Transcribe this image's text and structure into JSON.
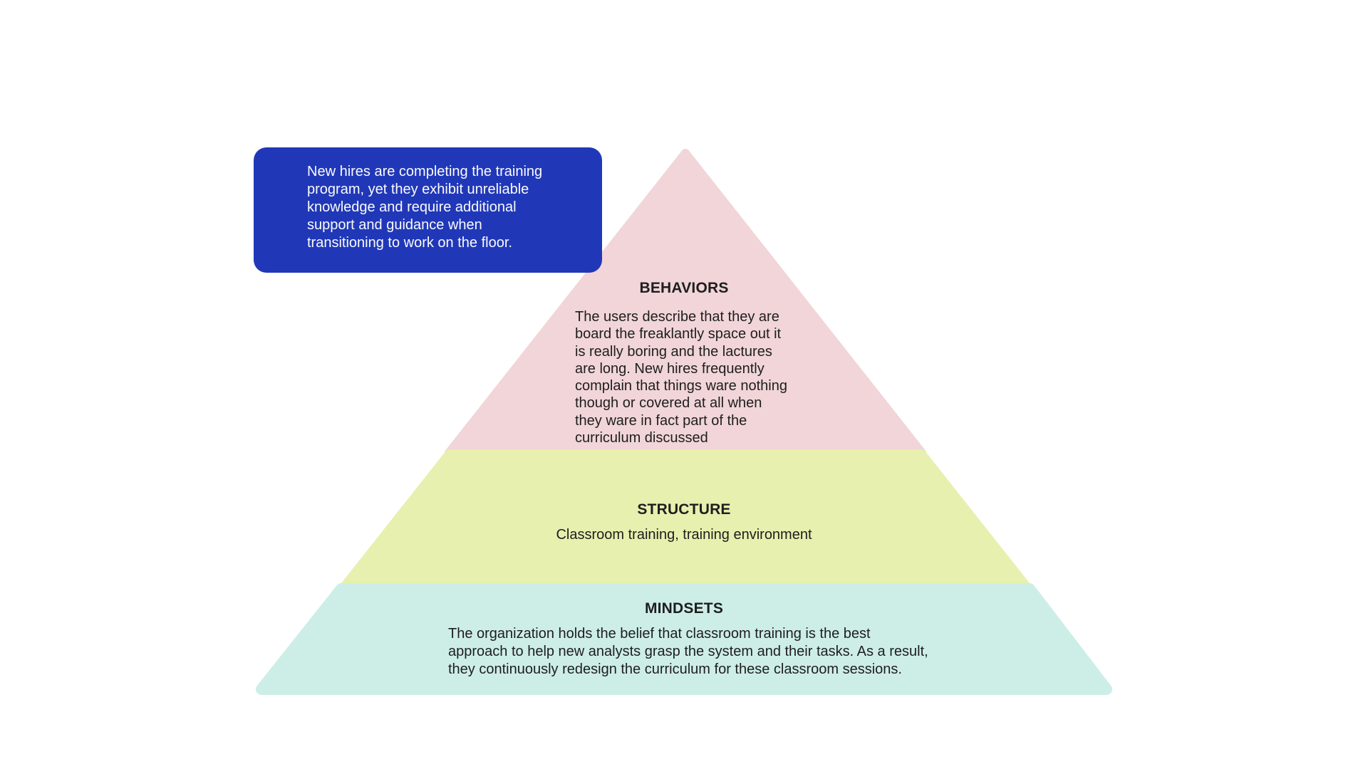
{
  "canvas": {
    "background_color": "#ffffff",
    "text_color": "#1e1e1e"
  },
  "sticky_note": {
    "background_color": "#2038b8",
    "text_color": "#fafafc",
    "text_lines": [
      "New hires are completing the training",
      "program, yet they exhibit unreliable",
      "knowledge and require additional",
      "support and guidance when",
      "transitioning to work on the floor."
    ]
  },
  "pyramid": {
    "text_color": "#1e1e1e",
    "layers": [
      {
        "title": "BEHAVIORS",
        "color": "#f1d5d8",
        "body_lines": [
          "The users describe that they are",
          "board the freaklantly space out it",
          "is really boring and the lactures",
          "are long. New hires frequently",
          "complain that things ware nothing",
          "though or covered at all when",
          "they ware in fact part of the",
          "curriculum discussed"
        ]
      },
      {
        "title": "STRUCTURE",
        "color": "#e7f0ae",
        "body_lines": [
          "Classroom training, training environment"
        ]
      },
      {
        "title": "MINDSETS",
        "color": "#cdeee7",
        "body_lines": [
          "The organization holds the belief that classroom training is the best",
          "approach to help new analysts grasp the system and their tasks. As a result,",
          "they continuously redesign the curriculum for these classroom sessions."
        ]
      }
    ]
  }
}
